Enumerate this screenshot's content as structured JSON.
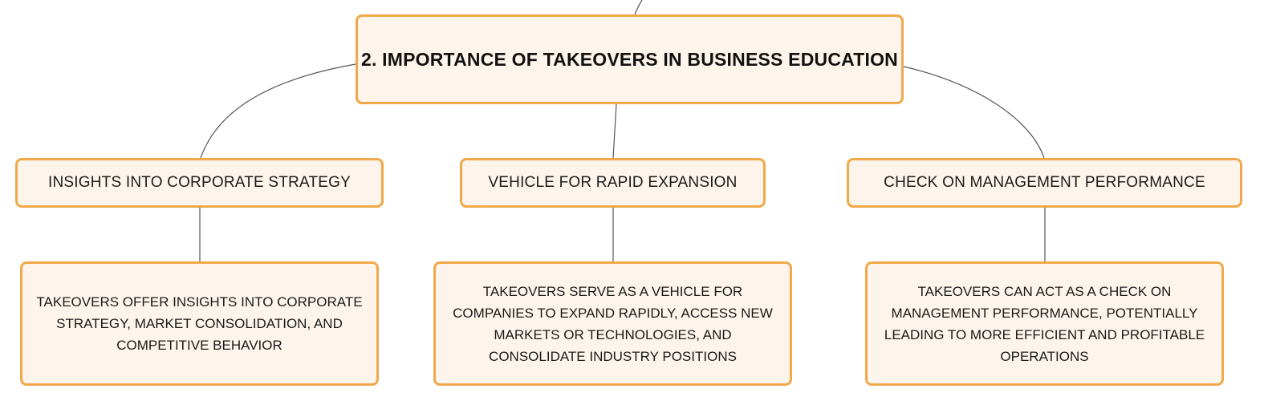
{
  "diagram": {
    "root": {
      "label": "2. IMPORTANCE OF TAKEOVERS IN BUSINESS EDUCATION"
    },
    "branches": [
      {
        "topic": "INSIGHTS INTO CORPORATE STRATEGY",
        "detail": "TAKEOVERS OFFER INSIGHTS INTO CORPORATE STRATEGY, MARKET CONSOLIDATION, AND COMPETITIVE BEHAVIOR"
      },
      {
        "topic": "VEHICLE FOR RAPID EXPANSION",
        "detail": "TAKEOVERS SERVE AS A VEHICLE FOR COMPANIES TO EXPAND RAPIDLY, ACCESS NEW MARKETS OR TECHNOLOGIES, AND CONSOLIDATE INDUSTRY POSITIONS"
      },
      {
        "topic": "CHECK ON MANAGEMENT PERFORMANCE",
        "detail": "TAKEOVERS CAN ACT AS A CHECK ON MANAGEMENT PERFORMANCE, POTENTIALLY LEADING TO MORE EFFICIENT AND PROFITABLE OPERATIONS"
      }
    ]
  },
  "colors": {
    "node_fill": "#fdf5ec",
    "node_border": "#f0a94a",
    "connector": "#555555",
    "text": "#1a1a1a"
  }
}
